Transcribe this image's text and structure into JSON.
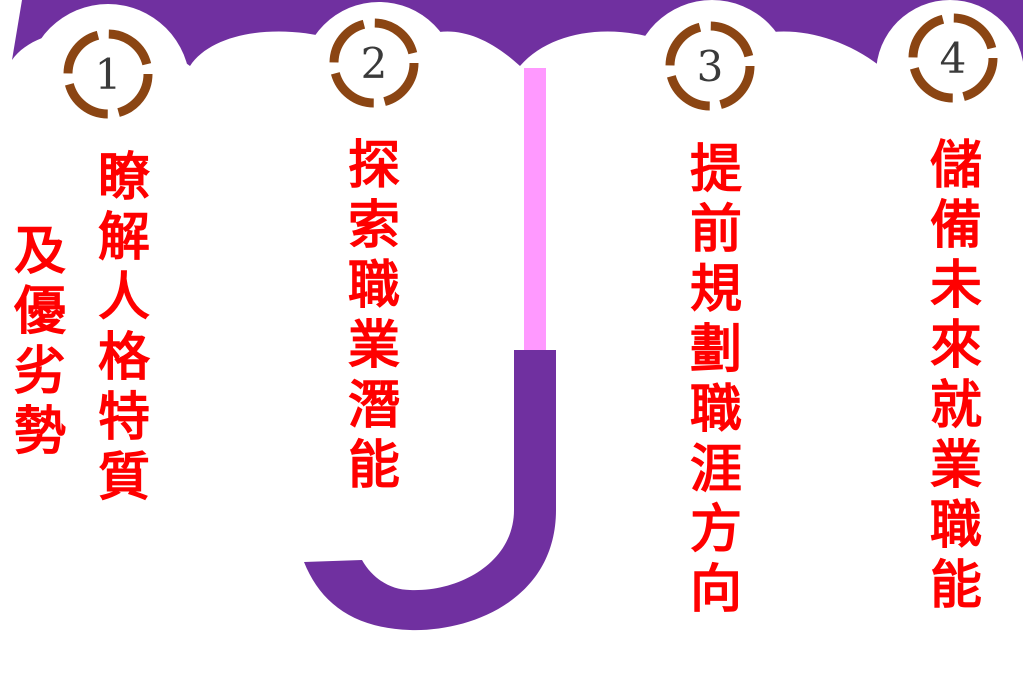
{
  "colors": {
    "umbrella": "#7030a0",
    "shaft": "#ff99ff",
    "ring": "#8b4513",
    "text": "#ff0000"
  },
  "steps": [
    {
      "number": "1",
      "lines": [
        "瞭解人格特質",
        "及優劣勢"
      ]
    },
    {
      "number": "2",
      "lines": [
        "探索職業潛能"
      ]
    },
    {
      "number": "3",
      "lines": [
        "提前規劃職涯方向"
      ]
    },
    {
      "number": "4",
      "lines": [
        "儲備未來就業職能"
      ]
    }
  ]
}
